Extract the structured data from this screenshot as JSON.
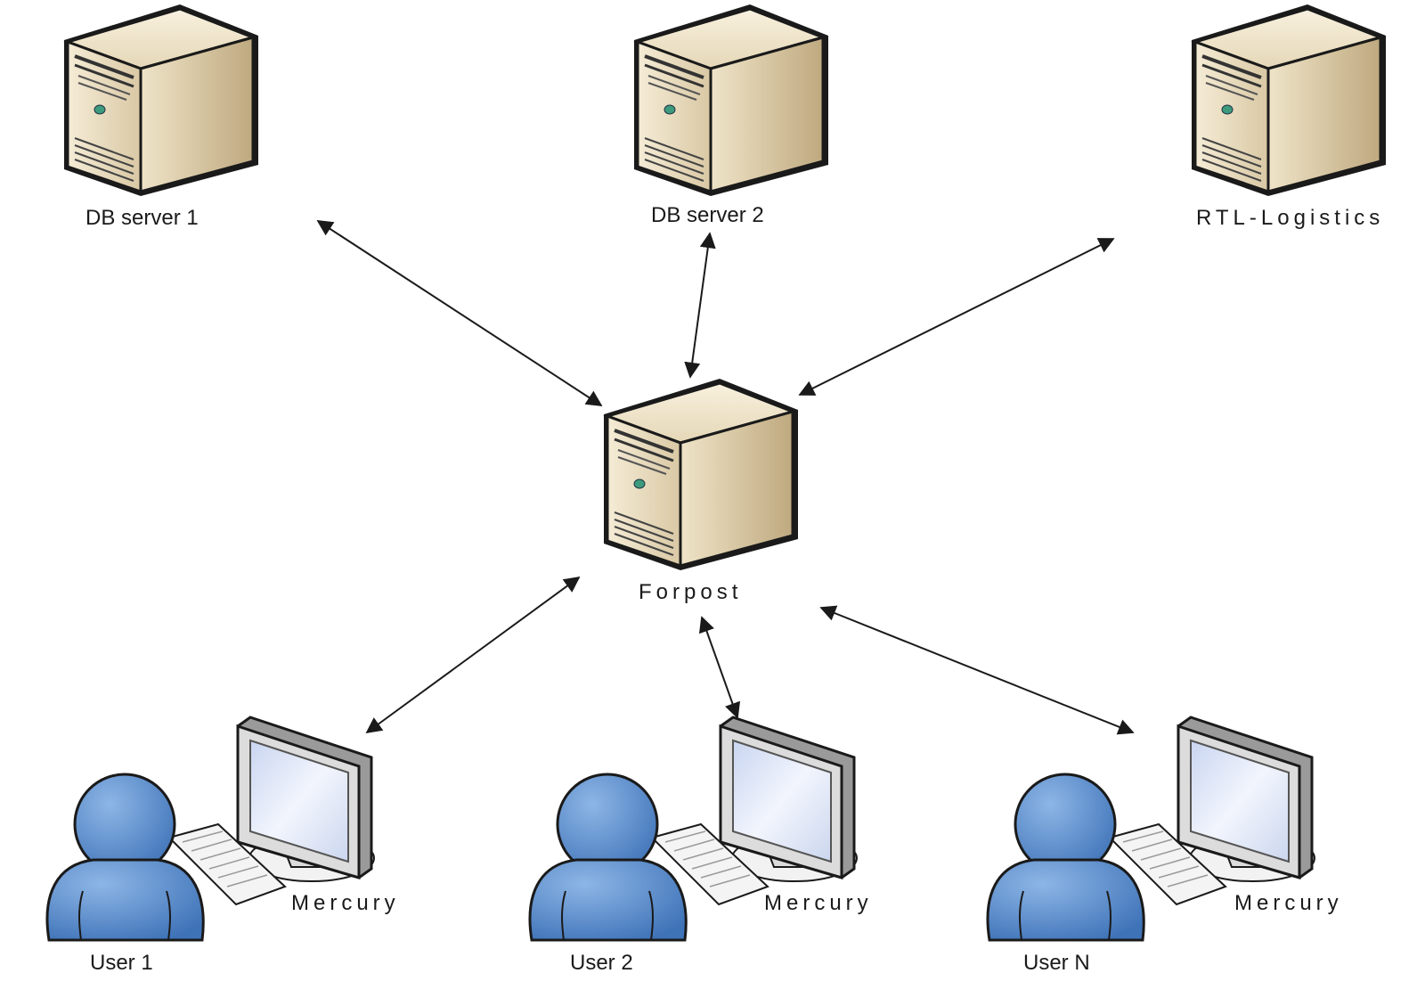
{
  "servers": {
    "db1": {
      "label": "DB server 1"
    },
    "db2": {
      "label": "DB server 2"
    },
    "rtl": {
      "label": "RTL-Logistics"
    },
    "hub": {
      "label": "Forpost"
    }
  },
  "clients": [
    {
      "user_label": "User 1",
      "app_label": "Mercury"
    },
    {
      "user_label": "User 2",
      "app_label": "Mercury"
    },
    {
      "user_label": "User N",
      "app_label": "Mercury"
    }
  ],
  "colors": {
    "server_front": "#ece0c4",
    "server_side": "#cbb896",
    "user_fill": "#5b8fcf",
    "monitor_screen": "#dfe6f7"
  }
}
